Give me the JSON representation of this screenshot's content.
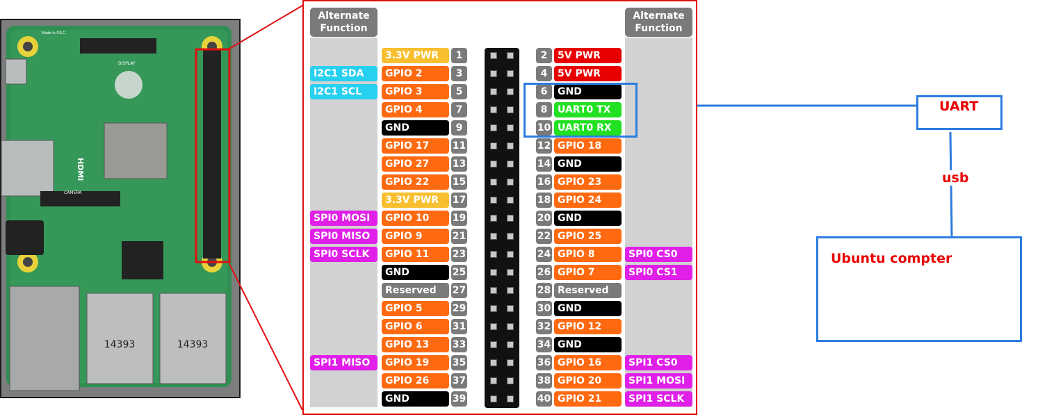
{
  "header": {
    "alternate_function_label": "Alternate\nFunction"
  },
  "colors": {
    "pwr33": "#f8c030",
    "pwr5": "#e80000",
    "gpio": "#ff6a10",
    "gnd": "#000000",
    "uart": "#22e022",
    "reserved": "#7a7a7a",
    "i2c": "#28d0f0",
    "spi": "#e020e8",
    "accent_blue": "#2b7de0",
    "annotation_red": "#e80000"
  },
  "pins_left": [
    {
      "num": "1",
      "label": "3.3V PWR",
      "kind": "pwr33",
      "alt": ""
    },
    {
      "num": "3",
      "label": "GPIO 2",
      "kind": "gpio",
      "alt": "I2C1 SDA",
      "alt_kind": "i2c"
    },
    {
      "num": "5",
      "label": "GPIO 3",
      "kind": "gpio",
      "alt": "I2C1 SCL",
      "alt_kind": "i2c"
    },
    {
      "num": "7",
      "label": "GPIO 4",
      "kind": "gpio",
      "alt": ""
    },
    {
      "num": "9",
      "label": "GND",
      "kind": "gnd",
      "alt": ""
    },
    {
      "num": "11",
      "label": "GPIO 17",
      "kind": "gpio",
      "alt": ""
    },
    {
      "num": "13",
      "label": "GPIO 27",
      "kind": "gpio",
      "alt": ""
    },
    {
      "num": "15",
      "label": "GPIO 22",
      "kind": "gpio",
      "alt": ""
    },
    {
      "num": "17",
      "label": "3.3V PWR",
      "kind": "pwr33",
      "alt": ""
    },
    {
      "num": "19",
      "label": "GPIO 10",
      "kind": "gpio",
      "alt": "SPI0 MOSI",
      "alt_kind": "spi"
    },
    {
      "num": "21",
      "label": "GPIO 9",
      "kind": "gpio",
      "alt": "SPI0 MISO",
      "alt_kind": "spi"
    },
    {
      "num": "23",
      "label": "GPIO 11",
      "kind": "gpio",
      "alt": "SPI0 SCLK",
      "alt_kind": "spi"
    },
    {
      "num": "25",
      "label": "GND",
      "kind": "gnd",
      "alt": ""
    },
    {
      "num": "27",
      "label": "Reserved",
      "kind": "reserved",
      "alt": ""
    },
    {
      "num": "29",
      "label": "GPIO 5",
      "kind": "gpio",
      "alt": ""
    },
    {
      "num": "31",
      "label": "GPIO 6",
      "kind": "gpio",
      "alt": ""
    },
    {
      "num": "33",
      "label": "GPIO 13",
      "kind": "gpio",
      "alt": ""
    },
    {
      "num": "35",
      "label": "GPIO 19",
      "kind": "gpio",
      "alt": "SPI1 MISO",
      "alt_kind": "spi"
    },
    {
      "num": "37",
      "label": "GPIO 26",
      "kind": "gpio",
      "alt": ""
    },
    {
      "num": "39",
      "label": "GND",
      "kind": "gnd",
      "alt": ""
    }
  ],
  "pins_right": [
    {
      "num": "2",
      "label": "5V PWR",
      "kind": "pwr5",
      "alt": ""
    },
    {
      "num": "4",
      "label": "5V PWR",
      "kind": "pwr5",
      "alt": ""
    },
    {
      "num": "6",
      "label": "GND",
      "kind": "gnd",
      "alt": ""
    },
    {
      "num": "8",
      "label": "UART0 TX",
      "kind": "uart",
      "alt": ""
    },
    {
      "num": "10",
      "label": "UART0 RX",
      "kind": "uart",
      "alt": ""
    },
    {
      "num": "12",
      "label": "GPIO 18",
      "kind": "gpio",
      "alt": ""
    },
    {
      "num": "14",
      "label": "GND",
      "kind": "gnd",
      "alt": ""
    },
    {
      "num": "16",
      "label": "GPIO 23",
      "kind": "gpio",
      "alt": ""
    },
    {
      "num": "18",
      "label": "GPIO 24",
      "kind": "gpio",
      "alt": ""
    },
    {
      "num": "20",
      "label": "GND",
      "kind": "gnd",
      "alt": ""
    },
    {
      "num": "22",
      "label": "GPIO 25",
      "kind": "gpio",
      "alt": ""
    },
    {
      "num": "24",
      "label": "GPIO 8",
      "kind": "gpio",
      "alt": "SPI0 CS0",
      "alt_kind": "spi"
    },
    {
      "num": "26",
      "label": "GPIO 7",
      "kind": "gpio",
      "alt": "SPI0 CS1",
      "alt_kind": "spi"
    },
    {
      "num": "28",
      "label": "Reserved",
      "kind": "reserved",
      "alt": ""
    },
    {
      "num": "30",
      "label": "GND",
      "kind": "gnd",
      "alt": ""
    },
    {
      "num": "32",
      "label": "GPIO 12",
      "kind": "gpio",
      "alt": ""
    },
    {
      "num": "34",
      "label": "GND",
      "kind": "gnd",
      "alt": ""
    },
    {
      "num": "36",
      "label": "GPIO 16",
      "kind": "gpio",
      "alt": "SPI1 CS0",
      "alt_kind": "spi"
    },
    {
      "num": "38",
      "label": "GPIO 20",
      "kind": "gpio",
      "alt": "SPI1 MOSI",
      "alt_kind": "spi"
    },
    {
      "num": "40",
      "label": "GPIO 21",
      "kind": "gpio",
      "alt": "SPI1 SCLK",
      "alt_kind": "spi"
    }
  ],
  "annotations": {
    "uart": "UART",
    "usb": "usb",
    "computer": "Ubuntu compter"
  },
  "board": {
    "usb_marking": "14393",
    "hdmi_label": "HDMI",
    "display_label": "DISPLAY",
    "camera_label": "CAMERA",
    "made_in": "Made in P.R.C."
  }
}
